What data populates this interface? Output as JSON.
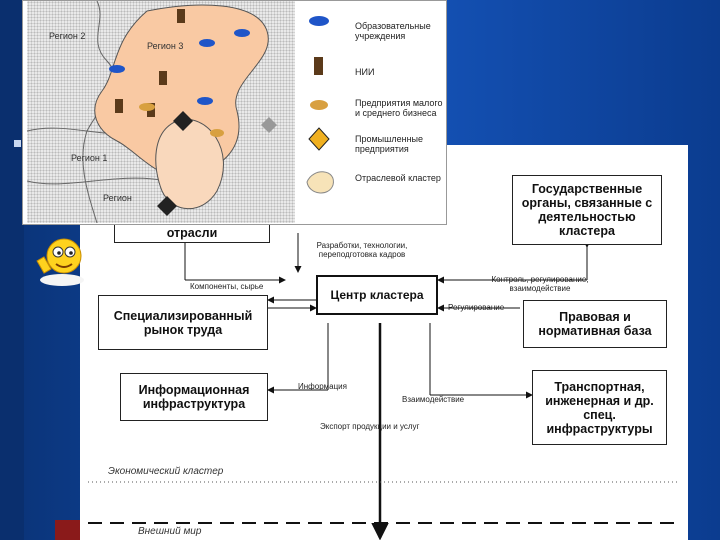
{
  "map": {
    "regions": [
      "Регион 2",
      "Регион 3",
      "Регион 1",
      "Регион"
    ],
    "legend": [
      {
        "label": "Образовательные учреждения",
        "icon": "graduation-cap-icon"
      },
      {
        "label": "НИИ",
        "icon": "bottle-icon"
      },
      {
        "label": "Предприятия малого и среднего бизнеса",
        "icon": "small-business-icon"
      },
      {
        "label": "Промышленные предприятия",
        "icon": "factory-diamond-icon"
      },
      {
        "label": "Отраслевой кластер",
        "icon": "cluster-blob-icon"
      }
    ]
  },
  "diagram": {
    "center": "Центр кластера",
    "top_left_box": "отрасли",
    "gov_box": "Государственные органы, связанные с деятельностью кластера",
    "labor_box": "Специализированный рынок труда",
    "legal_box": "Правовая и нормативная база",
    "info_box": "Информационная инфраструктура",
    "transport_box": "Транспортная, инженерная и др. спец. инфраструктуры",
    "labels": {
      "dev": "Разработки, технологии, переподготовка кадров",
      "components": "Компоненты, сырье",
      "control": "Контроль, регулирование, взаимодействие",
      "regulation": "Регулирование",
      "information": "Информация",
      "interaction": "Взаимодействие",
      "export": "Экспорт продукции и услуг"
    },
    "economic_cluster": "Экономический кластер",
    "outer_world": "Внешний мир"
  }
}
